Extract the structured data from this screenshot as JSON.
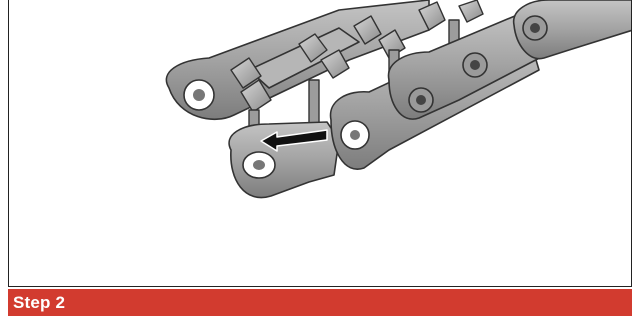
{
  "step": {
    "label": "Step 2"
  },
  "colors": {
    "banner": "#d23b2f",
    "chain_link": "#9a9a9a",
    "chain_outline": "#3a3a3a"
  },
  "illustration": {
    "subject": "cable-carrier-chain-links",
    "arrow_direction": "left"
  }
}
